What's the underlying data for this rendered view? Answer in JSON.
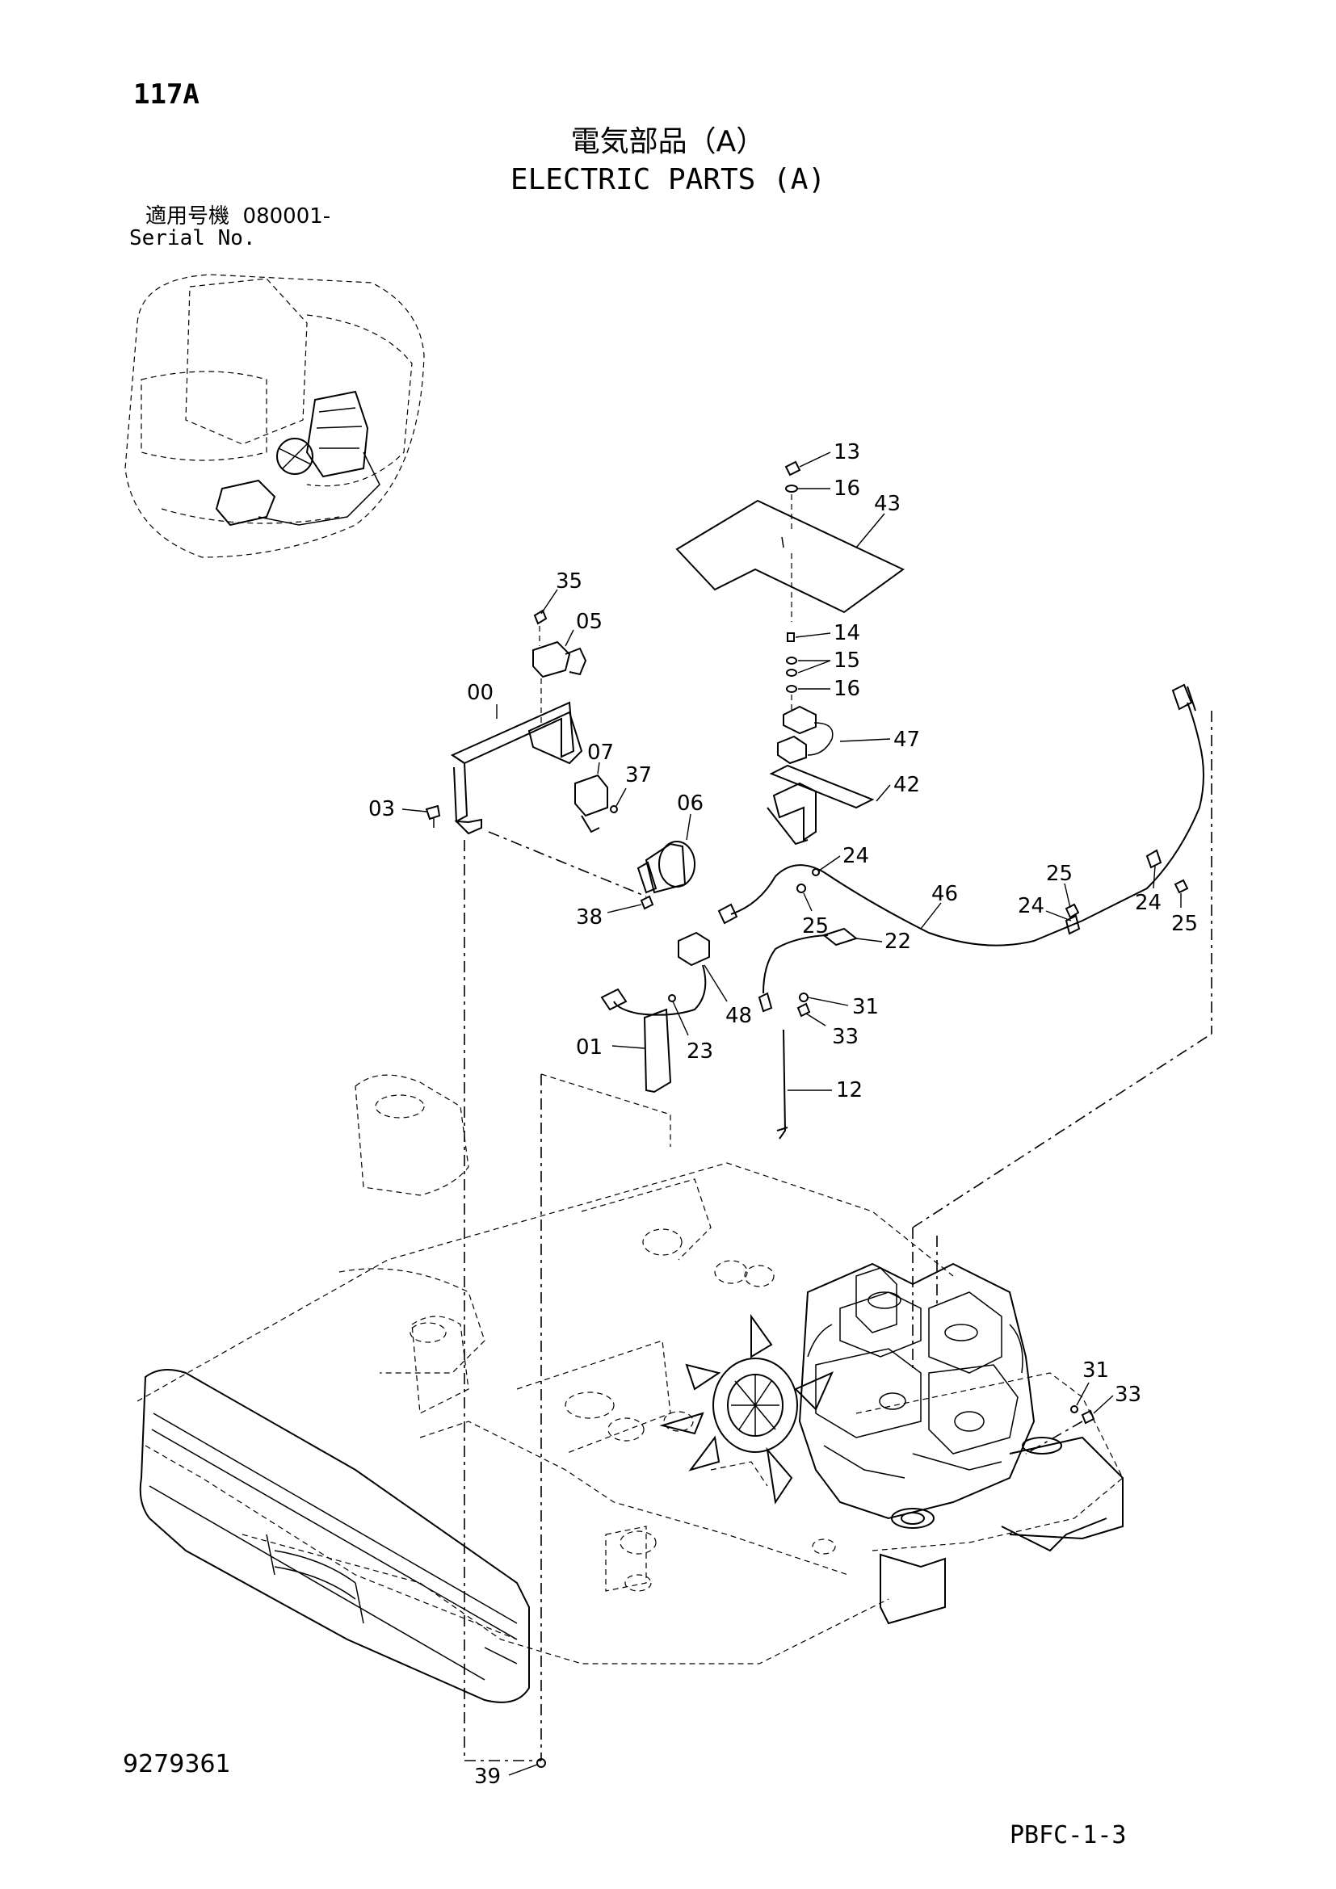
{
  "header": {
    "page_number": "117A",
    "title_jp": "電気部品（A）",
    "title_en": "ELECTRIC PARTS (A)",
    "serial_label_jp": "適用号機",
    "serial_number": "080001-",
    "serial_label_en": "Serial No."
  },
  "footer": {
    "drawing_number": "9279361",
    "catalog_code": "PBFC-1-3"
  },
  "callouts": [
    {
      "id": "c13",
      "text": "13"
    },
    {
      "id": "c16a",
      "text": "16"
    },
    {
      "id": "c43",
      "text": "43"
    },
    {
      "id": "c35",
      "text": "35"
    },
    {
      "id": "c05",
      "text": "05"
    },
    {
      "id": "c14",
      "text": "14"
    },
    {
      "id": "c15",
      "text": "15"
    },
    {
      "id": "c16b",
      "text": "16"
    },
    {
      "id": "c00",
      "text": "00"
    },
    {
      "id": "c07",
      "text": "07"
    },
    {
      "id": "c37",
      "text": "37"
    },
    {
      "id": "c47",
      "text": "47"
    },
    {
      "id": "c06",
      "text": "06"
    },
    {
      "id": "c42",
      "text": "42"
    },
    {
      "id": "c03",
      "text": "03"
    },
    {
      "id": "c24a",
      "text": "24"
    },
    {
      "id": "c25a",
      "text": "25"
    },
    {
      "id": "c46",
      "text": "46"
    },
    {
      "id": "c38",
      "text": "38"
    },
    {
      "id": "c25b",
      "text": "25"
    },
    {
      "id": "c24b",
      "text": "24"
    },
    {
      "id": "c24c",
      "text": "24"
    },
    {
      "id": "c25c",
      "text": "25"
    },
    {
      "id": "c22",
      "text": "22"
    },
    {
      "id": "c31a",
      "text": "31"
    },
    {
      "id": "c48",
      "text": "48"
    },
    {
      "id": "c33a",
      "text": "33"
    },
    {
      "id": "c01",
      "text": "01"
    },
    {
      "id": "c23",
      "text": "23"
    },
    {
      "id": "c12",
      "text": "12"
    },
    {
      "id": "c31b",
      "text": "31"
    },
    {
      "id": "c33b",
      "text": "33"
    },
    {
      "id": "c39",
      "text": "39"
    }
  ]
}
